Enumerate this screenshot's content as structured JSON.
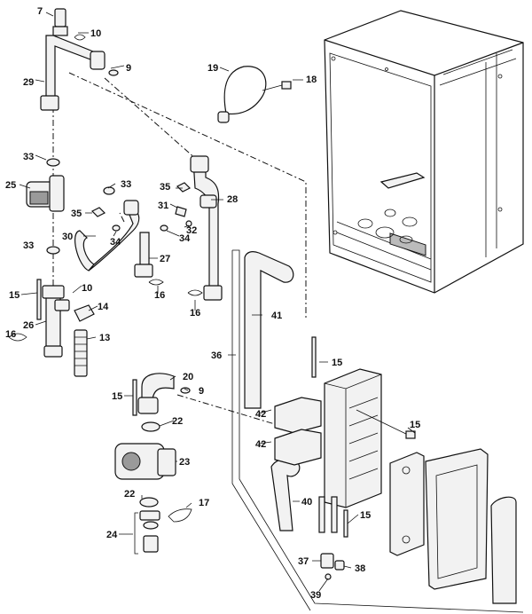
{
  "diagram": {
    "callouts": {
      "c7": "7",
      "c10a": "10",
      "c9a": "9",
      "c19": "19",
      "c18": "18",
      "c29": "29",
      "c33a": "33",
      "c33b": "33",
      "c33c": "33",
      "c25": "25",
      "c35a": "35",
      "c35b": "35",
      "c28": "28",
      "c31": "31",
      "c30": "30",
      "c34a": "34",
      "c34b": "34",
      "c32": "32",
      "c27": "27",
      "c16a": "16",
      "c16b": "16",
      "c16c": "16",
      "c15a": "15",
      "c10b": "10",
      "c14": "14",
      "c26": "26",
      "c13": "13",
      "c41": "41",
      "c36": "36",
      "c15b": "15",
      "c15c": "15",
      "c15d": "15",
      "c20": "20",
      "c9b": "9",
      "c42a": "42",
      "c42b": "42",
      "c22a": "22",
      "c22b": "22",
      "c23": "23",
      "c17": "17",
      "c24": "24",
      "c40": "40",
      "c15e": "15",
      "c37": "37",
      "c38": "38",
      "c39": "39"
    }
  }
}
